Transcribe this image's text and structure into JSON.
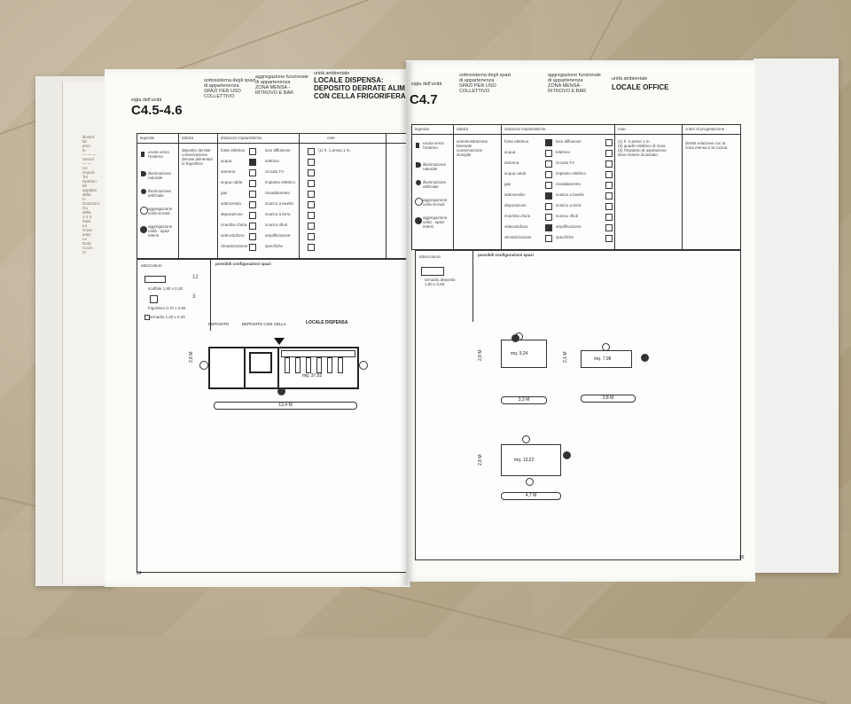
{
  "left_page": {
    "header_small_1": "sigla dell'unità",
    "code": "C4.5-4.6",
    "header_col1": "sottosistema degli spazi\ndi appartenenza\nSPAZI PER USO\nCOLLETTIVO",
    "header_col2": "aggregazione funzionale\ndi appartenenza\nZONA MENSA -\nRITROVO E BAR",
    "header_col3_small": "unità ambientale",
    "title": "LOCALE DISPENSA:\nDEPOSITO DERRATE ALIM\nCON CELLA FRIGORIFERA",
    "form_headers": [
      "legenda",
      "attività",
      "dotazioni impiantistiche",
      "note"
    ],
    "activity_text": "deposito derrate\nconservazione\nderrate alimentari\nin frigorifero",
    "note_text": "(1)  h. 1 presa 1 m.",
    "legend": [
      "uscita verso\nl'esterno",
      "illuminazione\nnaturale",
      "illuminazione\nartificiale",
      "aggregazione\nunità vicinali",
      "aggregazione\nunità - spazi\ninterni"
    ],
    "equipment": [
      "fonte elettrica",
      "acqua",
      "antenna",
      "acqua calda",
      "gas",
      "antincendio",
      "depurazione",
      "ricambio d'aria",
      "videocitofono",
      "climatizzazione"
    ],
    "equipment_right": [
      "luce diffusione",
      "telefono",
      "circuito TV",
      "impianto elettrico",
      "riscaldamento",
      "scarico a lavello",
      "scarico a terra",
      "scarico rifiuti",
      "amplificazione",
      "specifiche"
    ],
    "sub_header_1": "attrezzature",
    "sub_header_2": "possibili configurazioni spazi",
    "item_1": "scaffale 1,80 x 0,30",
    "item_2": "frigorifero 0,70 x 0,65",
    "item_3": "armadio 1,20 x 0,40",
    "count_1": "12",
    "count_2": "3",
    "plan_label_1": "DEPOSITO",
    "plan_label_2": "DEPOSITO CON CELLA",
    "plan_label_3": "LOCALE DISPENSA",
    "plan_area": "mq. 37,52",
    "plan_height": "2,8 M",
    "plan_width": "13,4 M",
    "page_number": "84"
  },
  "right_page": {
    "header_small_1": "sigla dell'unità",
    "code": "C4.7",
    "header_col1": "sottosistema degli spazi\ndi appartenenza\nSPAZI PER USO\nCOLLETTIVO",
    "header_col2": "aggregazione funzionale\ndi appartenenza\nZONA MENSA -\nRITROVO E BAR",
    "header_col3_small": "unità ambientale",
    "title": "LOCALE OFFICE",
    "form_headers": [
      "legenda",
      "attività",
      "dotazioni impiantistiche",
      "note",
      "criteri di progettazione"
    ],
    "activity_text": "somministrazione\nbevande\nconservazione\nstoviglie",
    "note_text": "(1)  h. 2 prese 1 m.\n(2)  quadro elettrico di zona\n(3)  l'impianto di aspirazione\n      deve essere incassato",
    "criteria_text": "diretta relazione con la\nzona mensa e la cucina",
    "sub_header_1": "attrezzatura",
    "sub_header_2": "possibili configurazioni spazi",
    "item_1": "armadio deposito\n1,80 x 0,60",
    "config_1_area": "mq. 9,24",
    "config_1_h": "2,8 M",
    "config_1_w": "3,3 M",
    "config_2_area": "mq. 7,98",
    "config_2_h": "2,1 M",
    "config_2_w": "3,8 M",
    "config_3_area": "mq. 13,22",
    "config_3_h": "2,8 M",
    "config_3_w": "4,7 M",
    "page_number": "85"
  }
}
